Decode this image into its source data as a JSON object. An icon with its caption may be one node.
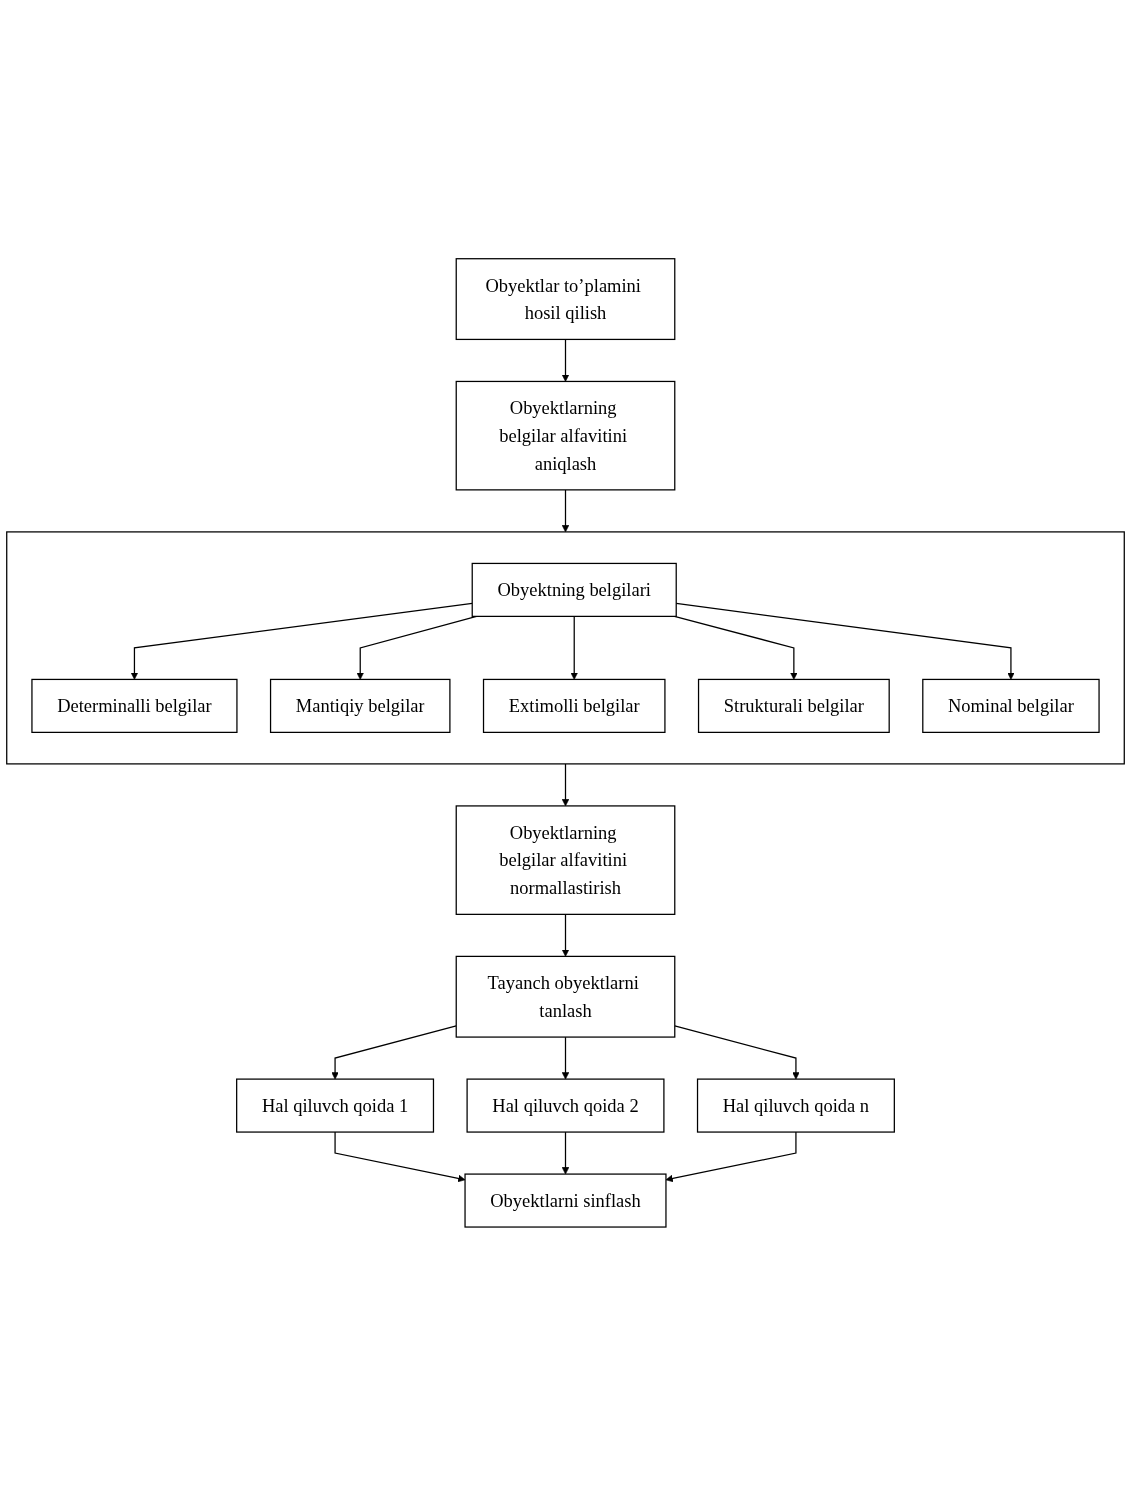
{
  "diagram": {
    "nodes": [
      {
        "text": [
          "Obyektlar to’plamini hosil qilish"
        ]
      },
      {
        "text": [
          "Obyektlarning belgilar alfavitini aniqlash"
        ]
      },
      {
        "text": [],
        "shape": "box"
      },
      {
        "text": [
          "Determinalli belgilar"
        ],
        "in": 2
      },
      {
        "text": [
          "Obyektning belgilari"
        ],
        "in": 2
      },
      {
        "text": [
          "Mantiqiy belgilar"
        ],
        "in": 2
      },
      {
        "text": [
          "Extimolli belgilar"
        ],
        "in": 2
      },
      {
        "text": [
          "Strukturali belgilar"
        ],
        "in": 2
      },
      {
        "text": [
          "Nominal belgilar"
        ],
        "in": 2
      },
      {
        "text": [
          "Obyektlarning belgilar alfavitini normallastirish"
        ]
      },
      {
        "text": [
          "Tayanch obyektlarni tanlash"
        ]
      },
      {
        "text": [
          "Hal qiluvch qoida 1"
        ]
      },
      {
        "text": [
          "Hal qiluvch qoida 2"
        ]
      },
      {
        "text": [
          "Hal qiluvch qoida n"
        ]
      },
      {
        "text": [
          "Obyektlarni sinflash"
        ]
      }
    ],
    "edges": [
      {
        "from": 0,
        "to": 1,
        "arrow": "to"
      },
      {
        "from": 1,
        "to": 2,
        "arrow": "to"
      },
      {
        "from": 4,
        "to": 3,
        "arrow": "to"
      },
      {
        "from": 4,
        "to": 5,
        "arrow": "to"
      },
      {
        "from": 4,
        "to": 6,
        "arrow": "to"
      },
      {
        "from": 4,
        "to": 7,
        "arrow": "to"
      },
      {
        "from": 4,
        "to": 8,
        "arrow": "to"
      },
      {
        "from": 2,
        "to": 9,
        "arrow": "to"
      },
      {
        "from": 9,
        "to": 10,
        "arrow": "to"
      },
      {
        "from": 10,
        "to": 11,
        "arrow": "to"
      },
      {
        "from": 10,
        "to": 12,
        "arrow": "to"
      },
      {
        "from": 10,
        "to": 13,
        "arrow": "to"
      },
      {
        "from": 11,
        "to": 14,
        "arrow": "to"
      },
      {
        "from": 12,
        "to": 14,
        "arrow": "to"
      },
      {
        "from": 13,
        "to": 14,
        "arrow": "to"
      }
    ]
  }
}
